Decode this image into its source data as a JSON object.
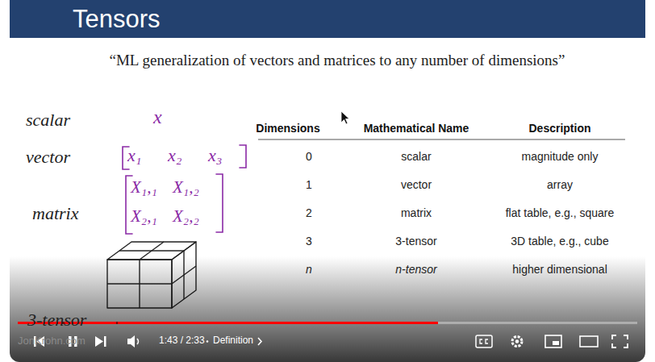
{
  "diagram": {
    "title": "Tensors",
    "labels": [
      "“ML generalization of vectors and matrices to any number of dimensions”",
      "scalar",
      "x",
      "vector",
      "x₁",
      "x₂",
      "x₃",
      "matrix",
      "X₁,₁",
      "X₁,₂",
      "X₂,₁",
      "X₂,₂",
      "3-tensor",
      "Dimensions",
      "Mathematical Name",
      "Description",
      "0",
      "scalar",
      "magnitude only",
      "1",
      "vector",
      "array",
      "2",
      "matrix",
      "flat table, e.g., square",
      "3",
      "3-tensor",
      "3D table, e.g., cube",
      "n",
      "n-tensor",
      "higher dimensional",
      "JonKrohn.com",
      "1:43 / 2:33",
      "Definition"
    ]
  }
}
